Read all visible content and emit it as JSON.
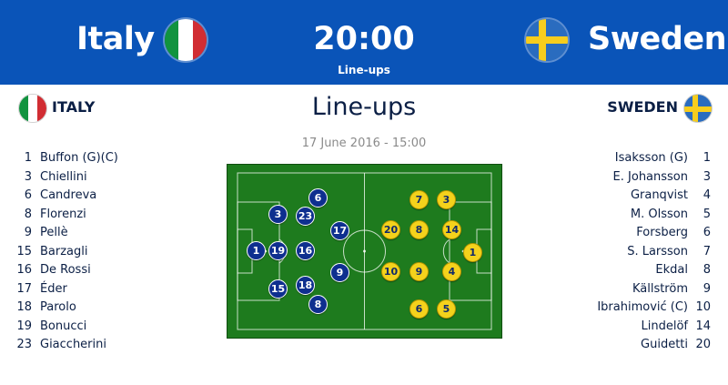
{
  "header": {
    "home_team": "Italy",
    "away_team": "Sweden",
    "kickoff_time": "20:00",
    "section_link": "Line-ups",
    "bg_color": "#0a54b8"
  },
  "lineups": {
    "title": "Line-ups",
    "date": "17 June 2016 - 15:00",
    "home_label": "ITALY",
    "away_label": "SWEDEN",
    "home_players": [
      {
        "num": "1",
        "name": "Buffon (G)(C)"
      },
      {
        "num": "3",
        "name": "Chiellini"
      },
      {
        "num": "6",
        "name": "Candreva"
      },
      {
        "num": "8",
        "name": "Florenzi"
      },
      {
        "num": "9",
        "name": "Pellè"
      },
      {
        "num": "15",
        "name": "Barzagli"
      },
      {
        "num": "16",
        "name": "De Rossi"
      },
      {
        "num": "17",
        "name": "Éder"
      },
      {
        "num": "18",
        "name": "Parolo"
      },
      {
        "num": "19",
        "name": "Bonucci"
      },
      {
        "num": "23",
        "name": "Giaccherini"
      }
    ],
    "away_players": [
      {
        "num": "1",
        "name": "Isaksson (G)"
      },
      {
        "num": "3",
        "name": "E. Johansson"
      },
      {
        "num": "4",
        "name": "Granqvist"
      },
      {
        "num": "5",
        "name": "M. Olsson"
      },
      {
        "num": "6",
        "name": "Forsberg"
      },
      {
        "num": "7",
        "name": "S. Larsson"
      },
      {
        "num": "8",
        "name": "Ekdal"
      },
      {
        "num": "9",
        "name": "Källström"
      },
      {
        "num": "10",
        "name": "Ibrahimović (C)"
      },
      {
        "num": "14",
        "name": "Lindelöf"
      },
      {
        "num": "20",
        "name": "Guidetti"
      }
    ]
  },
  "pitch": {
    "colors": {
      "grass": "#1e7b1e",
      "home_marker": "#0e2f8f",
      "away_marker": "#f4d21c"
    },
    "home_markers": [
      "1",
      "19",
      "3",
      "16",
      "15",
      "23",
      "18",
      "6",
      "17",
      "9",
      "8"
    ],
    "away_markers": [
      "1",
      "14",
      "4",
      "8",
      "9",
      "20",
      "10",
      "7",
      "3",
      "6",
      "5"
    ]
  }
}
